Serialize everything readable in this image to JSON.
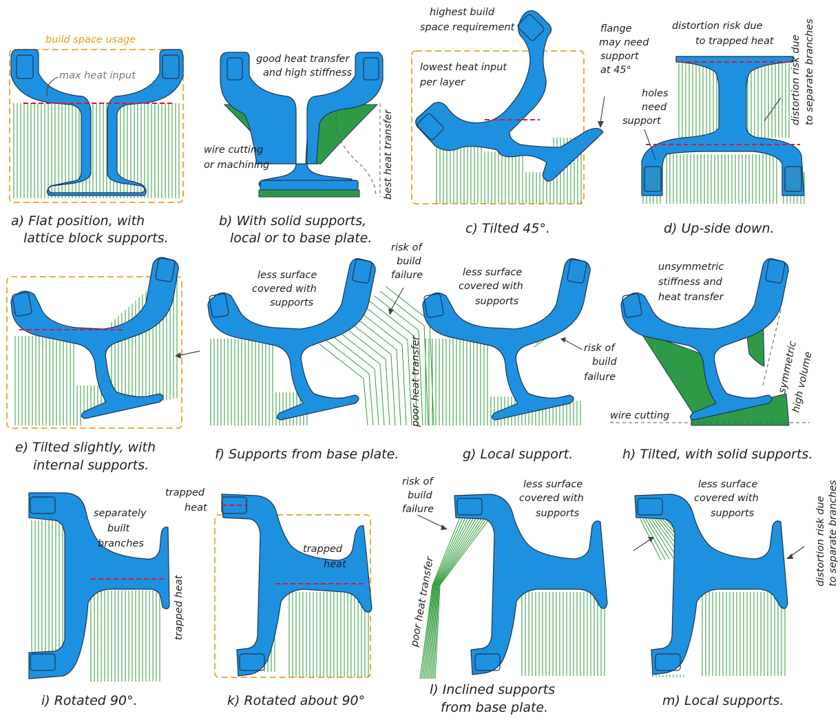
{
  "colors": {
    "part": "#1e90e0",
    "outline": "#1a3550",
    "supports": "#2e9a38",
    "solid_support": "#2e9a48",
    "heat_line": "#d01a3a",
    "build_space": "#f0a020"
  },
  "panels": {
    "a": {
      "caption": [
        "a) Flat position, with",
        "lattice block supports."
      ],
      "build_space": "build space usage",
      "heat": "max heat input"
    },
    "b": {
      "caption": [
        "b) With solid supports,",
        "local or to base plate."
      ],
      "good": [
        "good heat transfer",
        "and high stiffness"
      ],
      "wire": [
        "wire cutting",
        "or machining"
      ],
      "best": "best heat transfer"
    },
    "c": {
      "caption": [
        "c) Tilted 45°."
      ],
      "highest": [
        "highest build",
        "space requirement"
      ],
      "lowest": [
        "lowest heat input",
        "per layer"
      ],
      "flange": [
        "flange",
        "may need",
        "support",
        "at 45°"
      ]
    },
    "d": {
      "caption": [
        "d) Up-side down."
      ],
      "distortion": [
        "distortion risk due",
        "to trapped heat"
      ],
      "holes": [
        "holes",
        "need",
        "support"
      ],
      "branches": [
        "distortion risk due",
        "to separate branches"
      ]
    },
    "e": {
      "caption": [
        "e) Tilted slightly, with",
        "internal supports."
      ]
    },
    "f": {
      "caption": [
        "f) Supports from base plate."
      ],
      "less": [
        "less surface",
        "covered with",
        "supports"
      ],
      "risk": [
        "risk of",
        "build",
        "failure"
      ],
      "poor": "poor heat transfer"
    },
    "g": {
      "caption": [
        "g) Local support."
      ],
      "less": [
        "less surface",
        "covered with",
        "supports"
      ],
      "risk": [
        "risk of",
        "build",
        "failure"
      ]
    },
    "h": {
      "caption": [
        "h) Tilted, with solid supports."
      ],
      "unsym": [
        "unsymmetric",
        "stiffness and",
        "heat transfer"
      ],
      "sym": [
        "symmetric",
        "high volume"
      ],
      "wire": "wire cutting"
    },
    "i": {
      "caption": [
        "i) Rotated 90°."
      ],
      "branches": [
        "separately",
        "built",
        "branches"
      ],
      "trapped": "trapped heat"
    },
    "k": {
      "caption": [
        "k) Rotated about 90°"
      ],
      "trapped1": [
        "trapped",
        "heat"
      ],
      "trapped2": [
        "trapped",
        "heat"
      ]
    },
    "l": {
      "caption": [
        "l) Inclined supports",
        "from base plate."
      ],
      "risk": [
        "risk of",
        "build",
        "failure"
      ],
      "less": [
        "less surface",
        "covered with",
        "supports"
      ],
      "poor": "poor heat transfer"
    },
    "m": {
      "caption": [
        "m) Local supports."
      ],
      "less": [
        "less surface",
        "covered with",
        "supports"
      ],
      "branches": [
        "distortion risk due",
        "to separate branches"
      ]
    }
  }
}
